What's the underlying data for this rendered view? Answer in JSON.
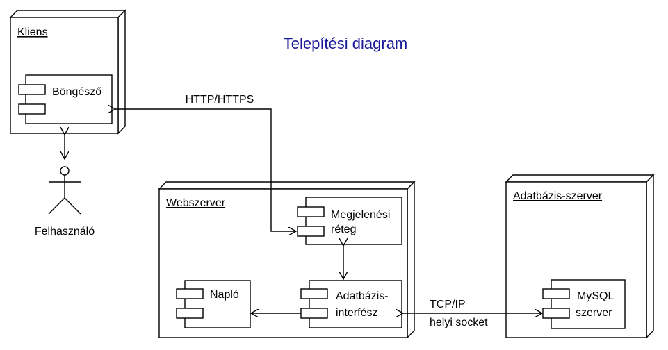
{
  "title": "Telepítési diagram",
  "nodes": {
    "kliens": "Kliens",
    "webszerver": "Webszerver",
    "adatbazis_szerver": "Adatbázis-szerver"
  },
  "components": {
    "bongeszo": "Böngésző",
    "megjelenesi_1": "Megjelenési",
    "megjelenesi_2": "réteg",
    "naplo": "Napló",
    "adatbazis_int_1": "Adatbázis-",
    "adatbazis_int_2": "interfész",
    "mysql_1": "MySQL",
    "mysql_2": "szerver"
  },
  "actor": "Felhasználó",
  "connections": {
    "http": "HTTP/HTTPS",
    "tcp_1": "TCP/IP",
    "tcp_2": "helyi socket"
  }
}
